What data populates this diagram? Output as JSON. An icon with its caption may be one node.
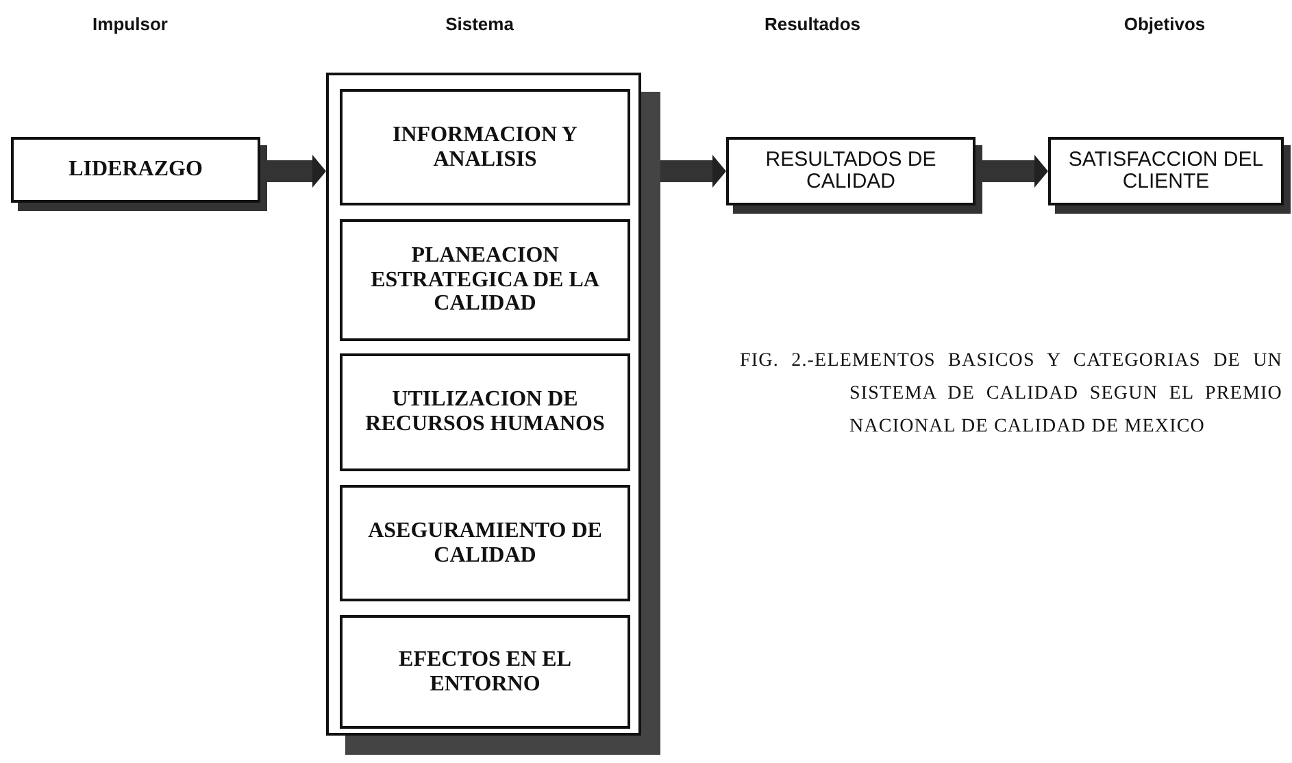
{
  "diagram": {
    "caption": "FIG. 2.-ELEMENTOS BASICOS Y CATEGORIAS DE UN SISTEMA DE CALIDAD SEGUN EL PREMIO NACIONAL DE CALIDAD DE MEXICO",
    "nodes": [
      {
        "text": [
          "LIDERAZGO"
        ]
      },
      {
        "text": [],
        "shape": "box"
      },
      {
        "text": [
          "INFORMACION Y ANALISIS"
        ],
        "in": 1
      },
      {
        "text": [
          "PLANEACION ESTRATEGICA DE LA CALIDAD"
        ],
        "in": 1
      },
      {
        "text": [
          "UTILIZACION DE RECURSOS HUMANOS"
        ],
        "in": 1
      },
      {
        "text": [
          "ASEGURAMIENTO DE CALIDAD"
        ],
        "in": 1
      },
      {
        "text": [
          "EFECTOS EN EL ENTORNO"
        ],
        "in": 1
      },
      {
        "text": [
          "RESULTADOS DE CALIDAD"
        ]
      },
      {
        "text": [
          "SATISFACCION DEL CLIENTE"
        ]
      }
    ],
    "edges": [
      {
        "from": 0,
        "to": 1,
        "arrow": "to"
      },
      {
        "from": 1,
        "to": 7,
        "arrow": "to"
      },
      {
        "from": 7,
        "to": 8,
        "arrow": "to"
      }
    ],
    "labels": [
      "Impulsor",
      "Sistema",
      "Resultados",
      "Objetivos"
    ]
  }
}
